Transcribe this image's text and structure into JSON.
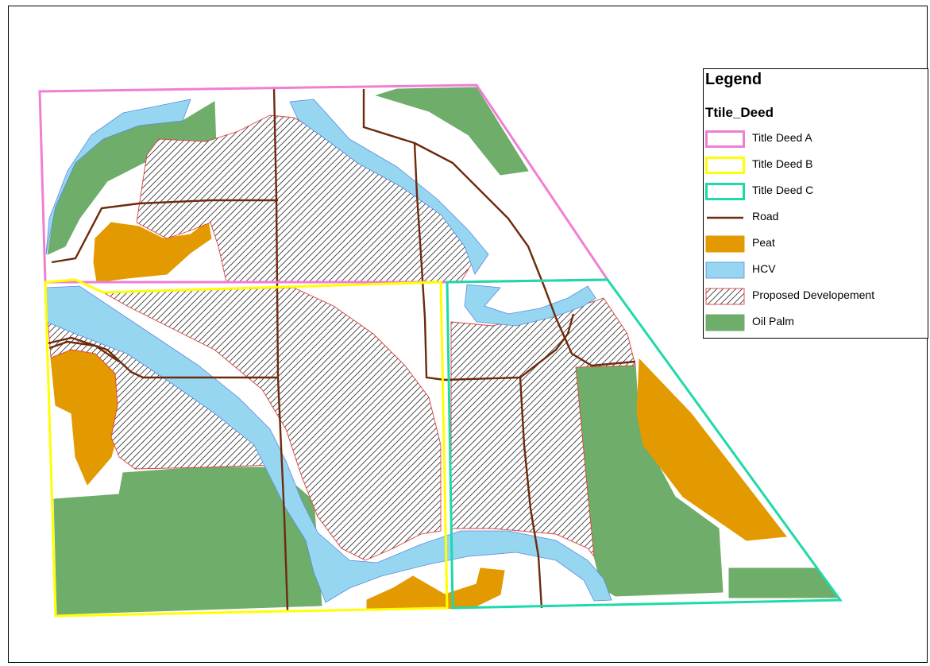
{
  "legend": {
    "title": "Legend",
    "group_title": "Ttile_Deed",
    "items": [
      {
        "label": "Title Deed A",
        "icon": "outline-box-pink",
        "color": "#f07ed4"
      },
      {
        "label": "Title Deed B",
        "icon": "outline-box-yellow",
        "color": "#ffff00"
      },
      {
        "label": "Title Deed C",
        "icon": "outline-box-teal",
        "color": "#1ed9a9"
      },
      {
        "label": "Road",
        "icon": "line-brown",
        "color": "#6e2a0c"
      },
      {
        "label": "Peat",
        "icon": "fill-orange",
        "color": "#e39a00"
      },
      {
        "label": "HCV",
        "icon": "fill-lightblue",
        "color": "#97d6f1"
      },
      {
        "label": "Proposed Developement",
        "icon": "hatch-red",
        "color": "#e04040"
      },
      {
        "label": "Oil Palm",
        "icon": "fill-green",
        "color": "#6fad6a"
      }
    ]
  },
  "colors": {
    "title_deed_a": "#f07ed4",
    "title_deed_b": "#ffff00",
    "title_deed_c": "#1ed9a9",
    "road": "#6e2a0c",
    "peat": "#e39a00",
    "hcv": "#97d6f1",
    "hcv_edge": "#5a8be0",
    "proposed": "#e04040",
    "oil_palm": "#6fad6a"
  }
}
